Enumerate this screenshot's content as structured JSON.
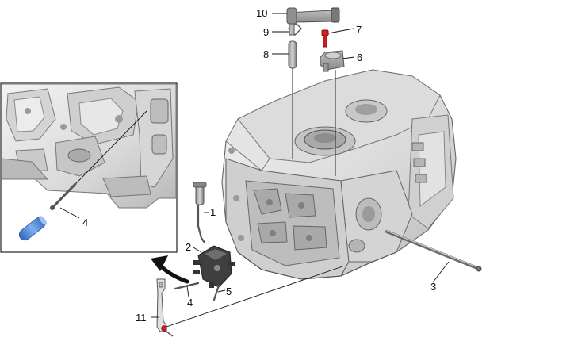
{
  "callouts": {
    "c1": "1",
    "c2": "2",
    "c3": "3",
    "c4_inset": "4",
    "c4_main": "4",
    "c5": "5",
    "c6": "6",
    "c7": "7",
    "c8": "8",
    "c9": "9",
    "c10": "10",
    "c11": "11"
  },
  "colors": {
    "housing_light": "#e9e9e9",
    "housing_mid": "#c9c9c9",
    "housing_dark": "#9a9a9a",
    "bolt_red": "#d22020",
    "pin_blue": "#4a86d8",
    "arrow_black": "#111111"
  }
}
